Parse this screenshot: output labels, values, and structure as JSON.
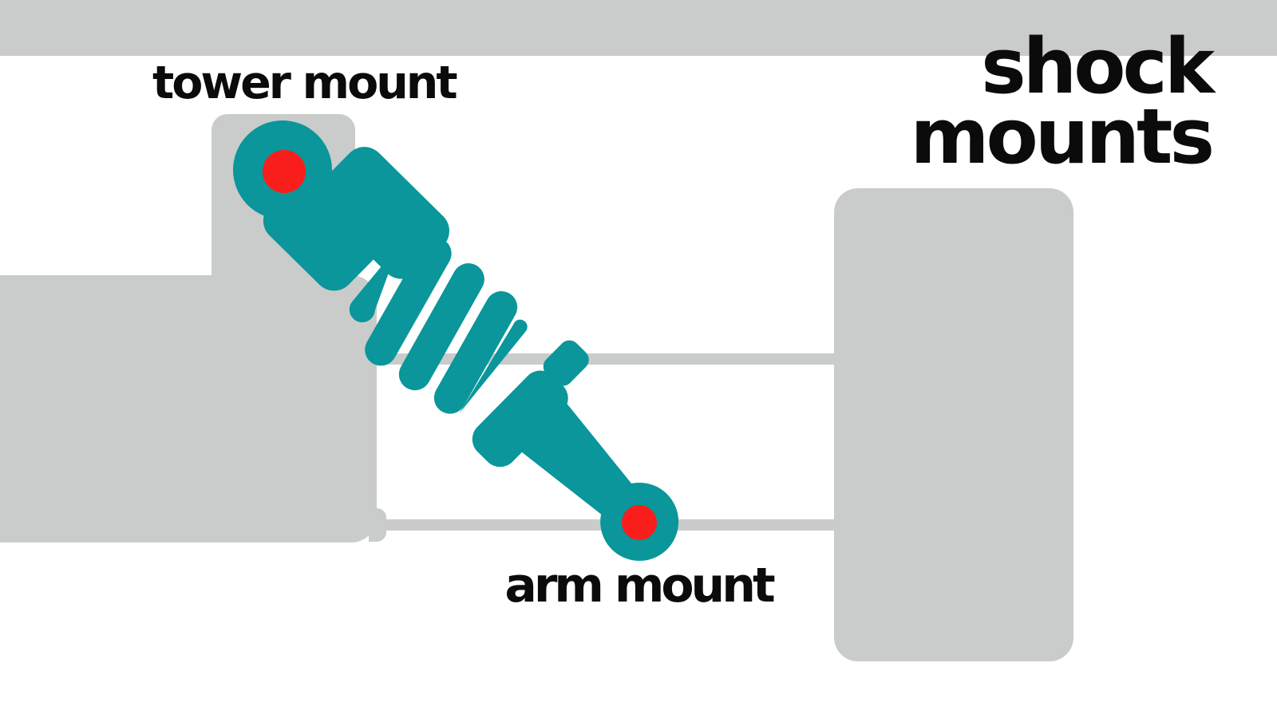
{
  "title": {
    "line1": "shock",
    "line2": "mounts"
  },
  "labels": {
    "tower_mount": "tower mount",
    "arm_mount": "arm mount"
  },
  "colors": {
    "teal": "#0A969A",
    "red": "#F91E1B",
    "gray": "#C9CCCA",
    "ink": "#0B0B0B",
    "bg": "#FFFFFF"
  }
}
